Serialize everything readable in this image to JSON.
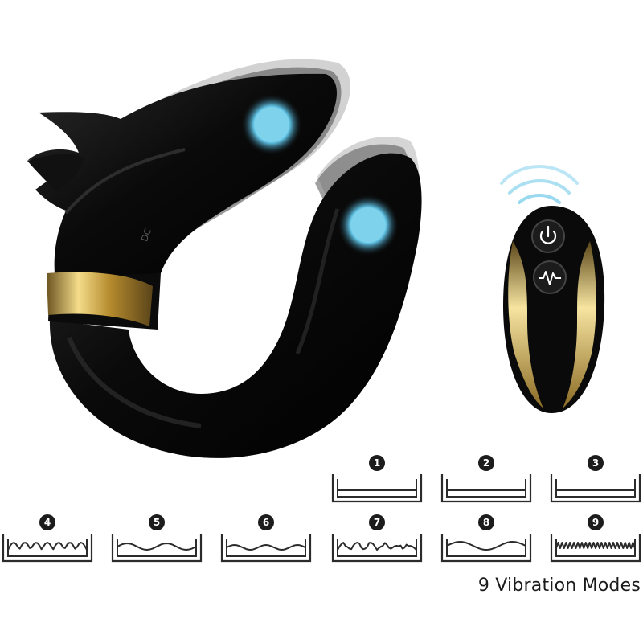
{
  "product": {
    "port_label": "DC",
    "colors": {
      "body": "#0b0b0b",
      "gold": "#c9a646",
      "glow": "#6fc9e6",
      "ghost": "#9a9a9a"
    }
  },
  "remote": {
    "buttons": [
      {
        "icon": "power-icon"
      },
      {
        "icon": "pulse-wave-icon"
      }
    ],
    "signal_icon": "wireless-signal-icon"
  },
  "modes": [
    {
      "number": "1",
      "pattern": "flat"
    },
    {
      "number": "2",
      "pattern": "flat"
    },
    {
      "number": "3",
      "pattern": "flat"
    },
    {
      "number": "4",
      "pattern": "bumps-dense"
    },
    {
      "number": "5",
      "pattern": "waves-wide"
    },
    {
      "number": "6",
      "pattern": "waves-soft"
    },
    {
      "number": "7",
      "pattern": "bumps-mixed"
    },
    {
      "number": "8",
      "pattern": "waves-deep"
    },
    {
      "number": "9",
      "pattern": "zigzag-dense"
    }
  ],
  "caption": "9 Vibration Modes"
}
